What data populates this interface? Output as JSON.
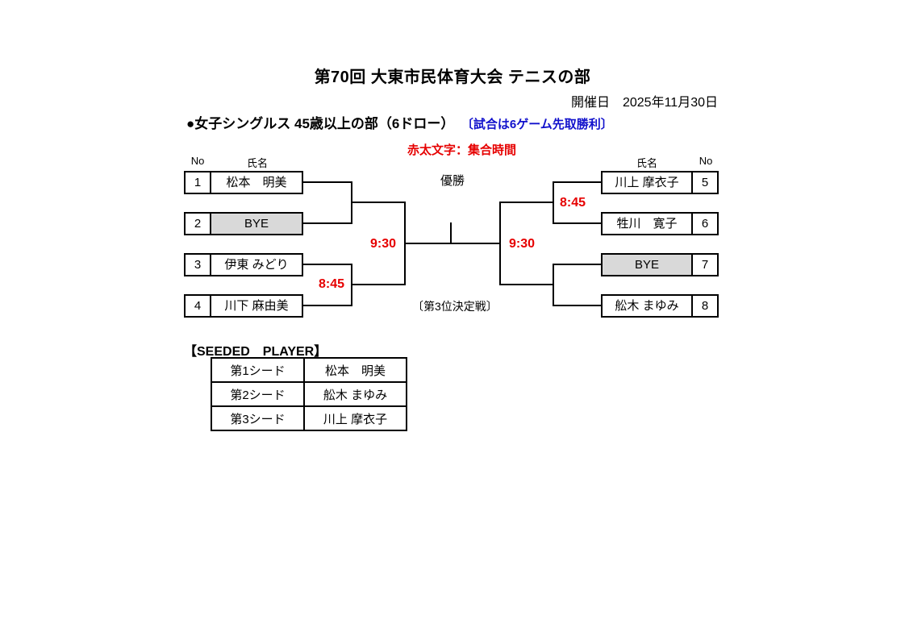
{
  "page": {
    "title": "第70回 大東市民体育大会 テニスの部",
    "date": "開催日　2025年11月30日",
    "event": "●女子シングルス 45歳以上の部（6ドロー）",
    "rule_note": "〔試合は6ゲーム先取勝利〕",
    "legend_note": "赤太文字：集合時間"
  },
  "bracket": {
    "winner_label": "優勝",
    "third_place_label": "〔第3位決定戦〕",
    "headers": {
      "no": "No",
      "name": "氏名"
    },
    "left": {
      "players": [
        {
          "no": "1",
          "name": "松本　明美"
        },
        {
          "no": "2",
          "name": "BYE"
        },
        {
          "no": "3",
          "name": "伊東 みどり"
        },
        {
          "no": "4",
          "name": "川下 麻由美"
        }
      ],
      "round1_time": "8:45",
      "semifinal_time": "9:30"
    },
    "right": {
      "players": [
        {
          "no": "5",
          "name": "川上 摩衣子"
        },
        {
          "no": "6",
          "name": "牲川　寛子"
        },
        {
          "no": "7",
          "name": "BYE"
        },
        {
          "no": "8",
          "name": "舩木 まゆみ"
        }
      ],
      "round1_time": "8:45",
      "semifinal_time": "9:30"
    }
  },
  "seeded": {
    "title": "【SEEDED　PLAYER】",
    "rows": [
      {
        "seed": "第1シード",
        "name": "松本　明美"
      },
      {
        "seed": "第2シード",
        "name": "舩木 まゆみ"
      },
      {
        "seed": "第3シード",
        "name": "川上 摩衣子"
      }
    ]
  },
  "colors": {
    "time_red": "#e60000",
    "rule_blue": "#1111cc",
    "bye_gray": "#d9d9d9"
  }
}
